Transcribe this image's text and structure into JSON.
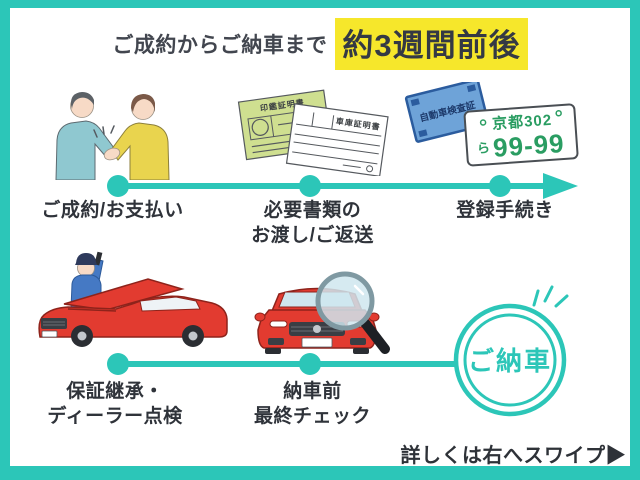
{
  "colors": {
    "frame_teal": "#2cc6b8",
    "highlight_yellow": "#f6e72b",
    "title_text": "#42464f",
    "label_text": "#2f333a",
    "car_red": "#e23b30",
    "plate_green": "#2a9d62",
    "doc_green": "#cfdf90",
    "card_blue": "#6ea3d8",
    "mechanic_blue": "#4579c4"
  },
  "header": {
    "title_prefix": "ご成約からご納車まで",
    "title_highlight": "約3週間前後"
  },
  "steps": [
    {
      "label_lines": [
        "ご成約/お支払い"
      ]
    },
    {
      "label_lines": [
        "必要書類の",
        "お渡し/ご返送"
      ]
    },
    {
      "label_lines": [
        "登録手続き"
      ]
    },
    {
      "label_lines": [
        "保証継承・",
        "ディーラー点検"
      ]
    },
    {
      "label_lines": [
        "納車前",
        "最終チェック"
      ]
    }
  ],
  "goal": {
    "label": "ご納車"
  },
  "illustrations": {
    "documents": {
      "seal_certificate": "印鑑証明書",
      "garage_certificate": "車庫証明書"
    },
    "registration": {
      "inspection_certificate": "自動車検査証",
      "plate_region": "京都302",
      "plate_kana": "ら",
      "plate_number": "99-99"
    }
  },
  "footer": {
    "swipe_hint": "詳しくは右へスワイプ▶"
  }
}
